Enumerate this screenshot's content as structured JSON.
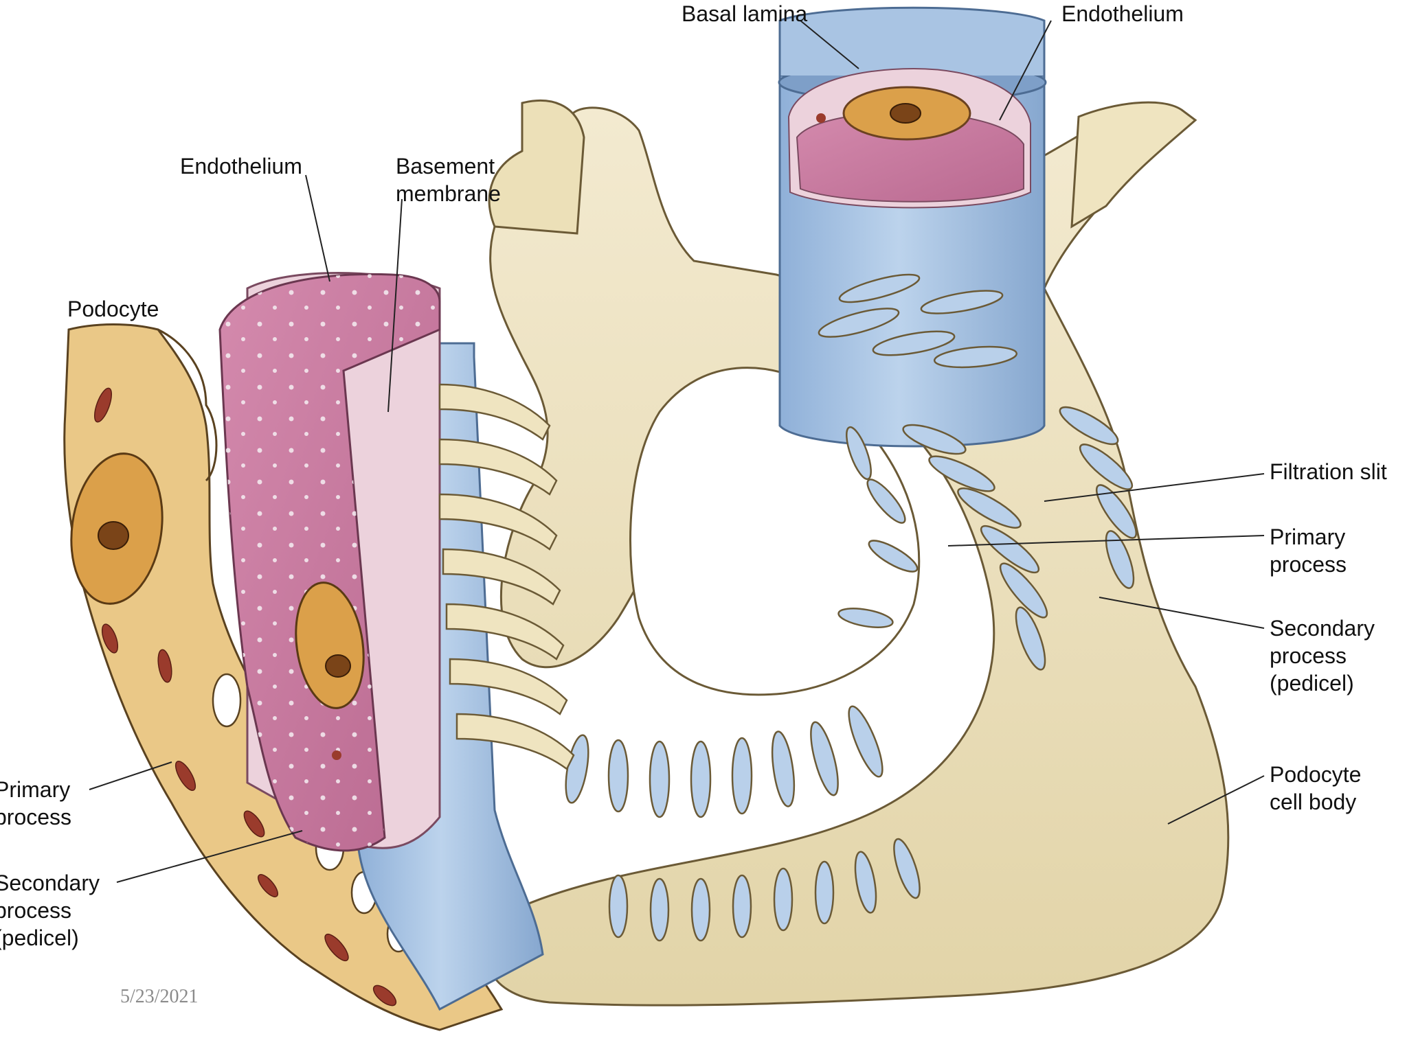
{
  "labels": {
    "basal_lamina": "Basal lamina",
    "endothelium_top": "Endothelium",
    "endothelium_left": "Endothelium",
    "basement_membrane": [
      "Basement",
      "membrane"
    ],
    "podocyte": "Podocyte",
    "filtration_slit": "Filtration slit",
    "primary_process_right": [
      "Primary",
      "process"
    ],
    "secondary_process_right": [
      "Secondary",
      "process",
      "(pedicel)"
    ],
    "podocyte_cell_body": [
      "Podocyte",
      "cell body"
    ],
    "primary_process_left": [
      "Primary",
      "process"
    ],
    "secondary_process_left": [
      "Secondary",
      "process",
      "(pedicel)"
    ]
  },
  "footer": {
    "date": "5/23/2021"
  },
  "colors": {
    "podocyte_cream": "#efe4c0",
    "podocyte_shadow": "#c9b88a",
    "cytoplasm": "#eac887",
    "nucleus": "#dba04a",
    "endothelium_pink": "#c8789d",
    "basement_light_pink": "#ecd2dc",
    "basal_lamina_blue": "#a9c4e3",
    "mitochondria": "#9a3b2c"
  }
}
